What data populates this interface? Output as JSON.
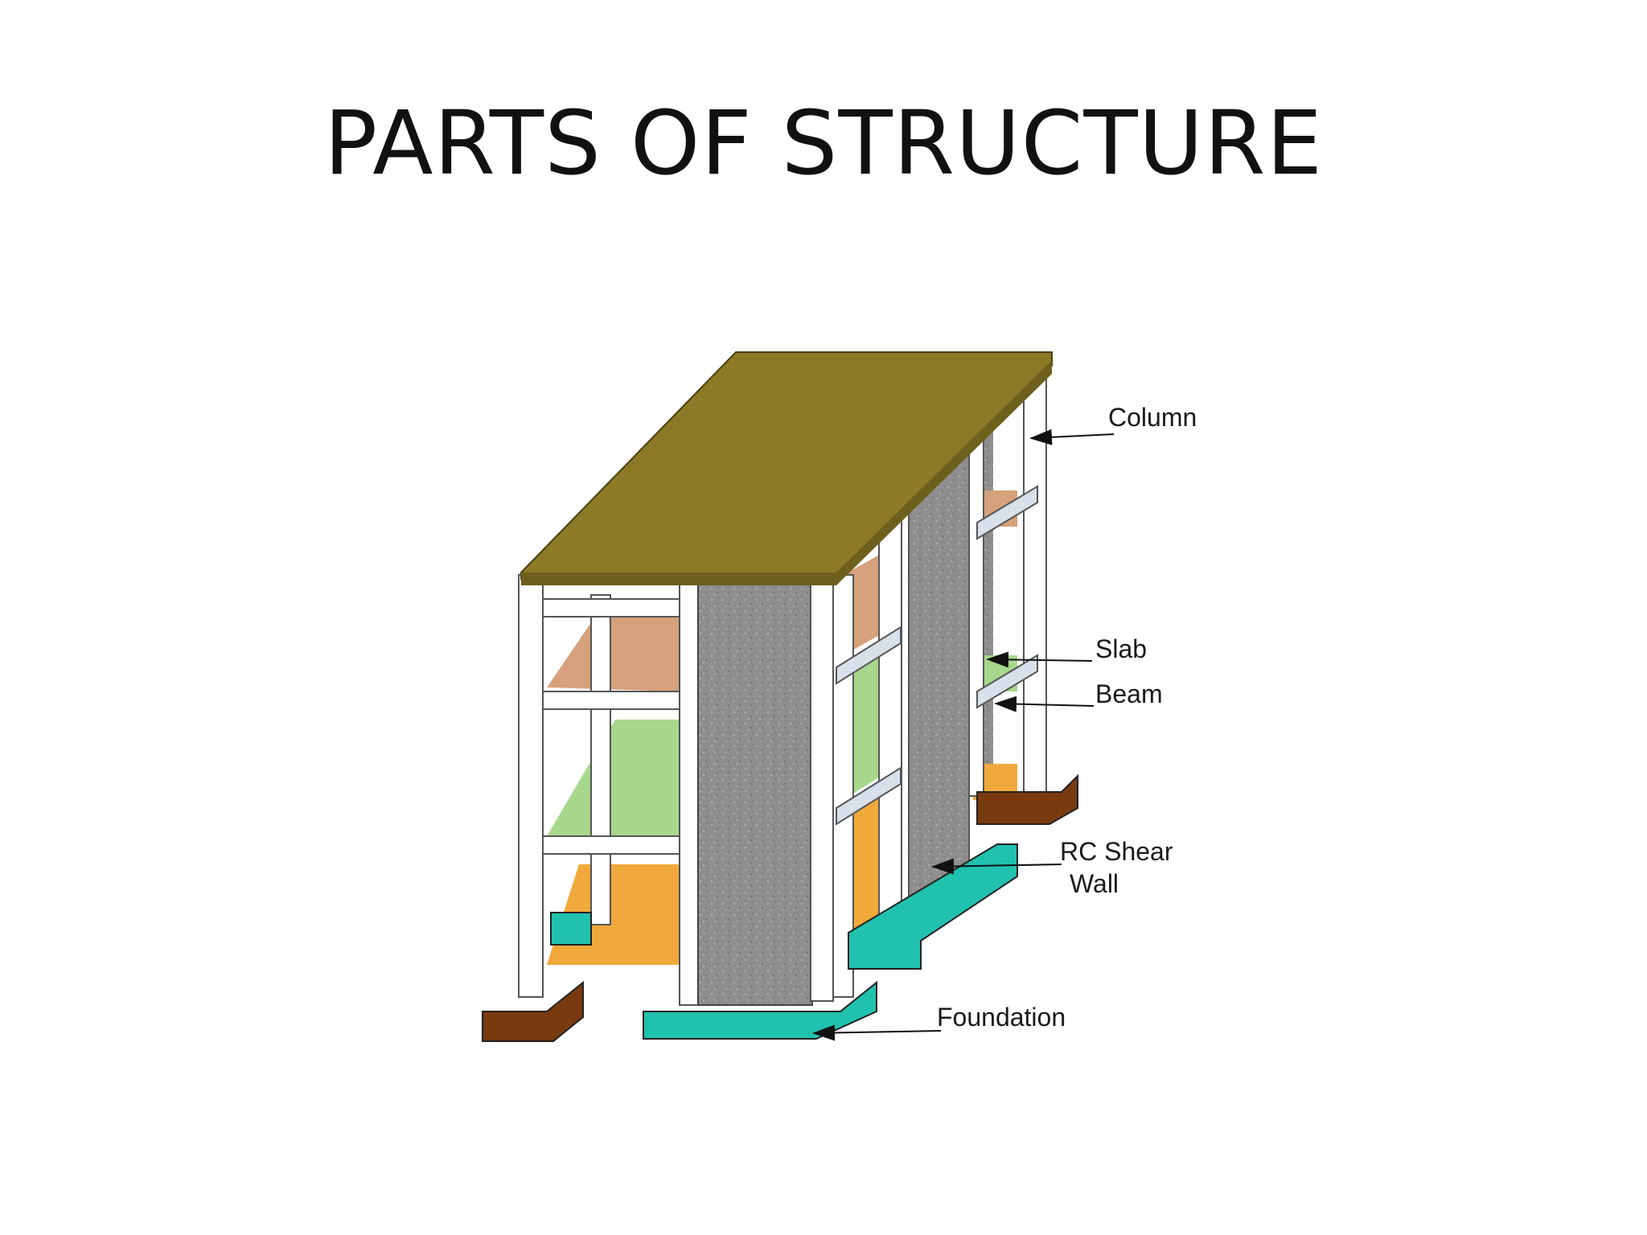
{
  "slide": {
    "title": "PARTS OF STRUCTURE"
  },
  "diagram": {
    "labels": {
      "column": "Column",
      "slab": "Slab",
      "beam": "Beam",
      "shear_wall_line1": "RC Shear",
      "shear_wall_line2": "Wall",
      "foundation": "Foundation"
    },
    "colors": {
      "roof": "#8C7A26",
      "slab_upper": "#D6A17C",
      "slab_middle": "#A7D88C",
      "slab_lower": "#F2A93B",
      "shear_wall": "#8E8E8E",
      "foundation_pad": "#20C2AE",
      "footing": "#7A3A10",
      "frame": "#FFFFFF"
    }
  }
}
